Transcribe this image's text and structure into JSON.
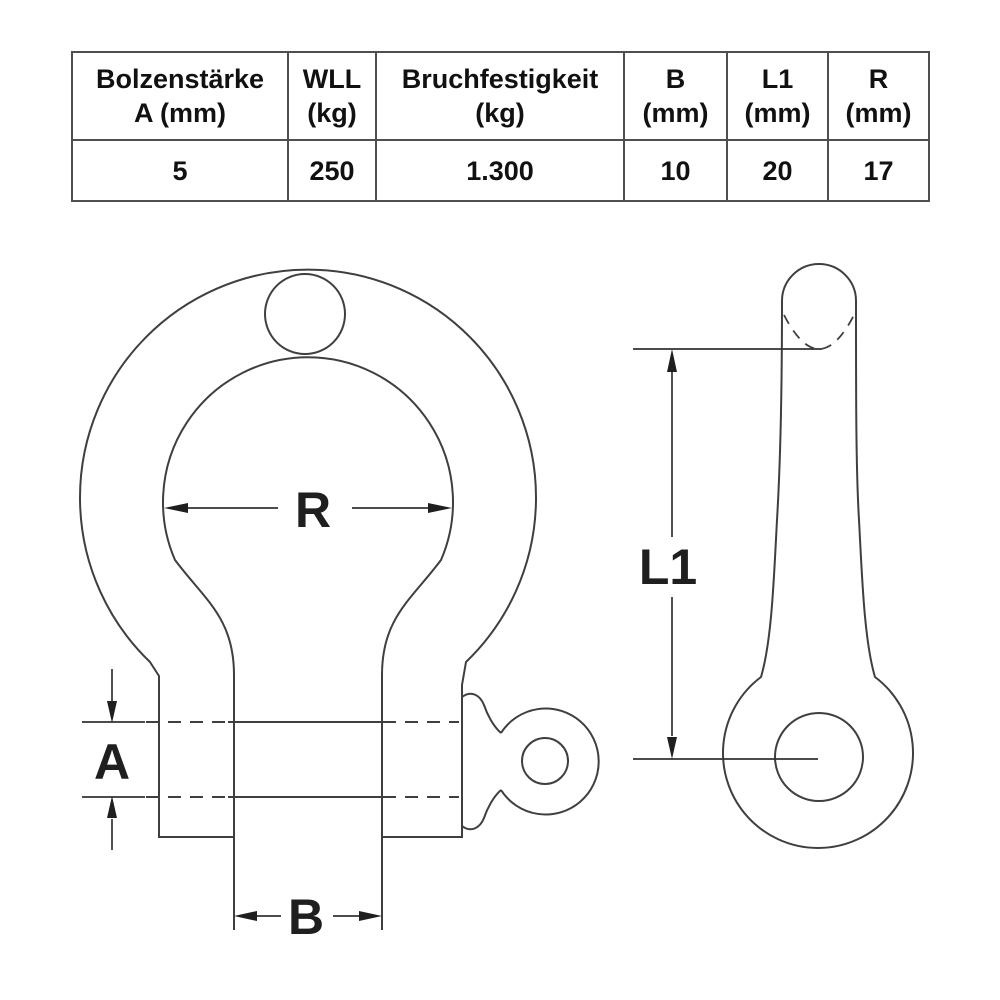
{
  "table": {
    "columns": [
      {
        "title": "Bolzenstärke",
        "unit": "A (mm)",
        "value": "5"
      },
      {
        "title": "WLL",
        "unit": "(kg)",
        "value": "250"
      },
      {
        "title": "Bruchfestigkeit",
        "unit": "(kg)",
        "value": "1.300"
      },
      {
        "title": "B",
        "unit": "(mm)",
        "value": "10"
      },
      {
        "title": "L1",
        "unit": "(mm)",
        "value": "20"
      },
      {
        "title": "R",
        "unit": "(mm)",
        "value": "17"
      }
    ]
  },
  "diagram": {
    "front_view": {
      "dim_r": "R",
      "dim_a": "A",
      "dim_b": "B"
    },
    "side_view": {
      "dim_l1": "L1"
    },
    "line_color": "#3f3f3f",
    "border_color": "#4f4f4f"
  }
}
